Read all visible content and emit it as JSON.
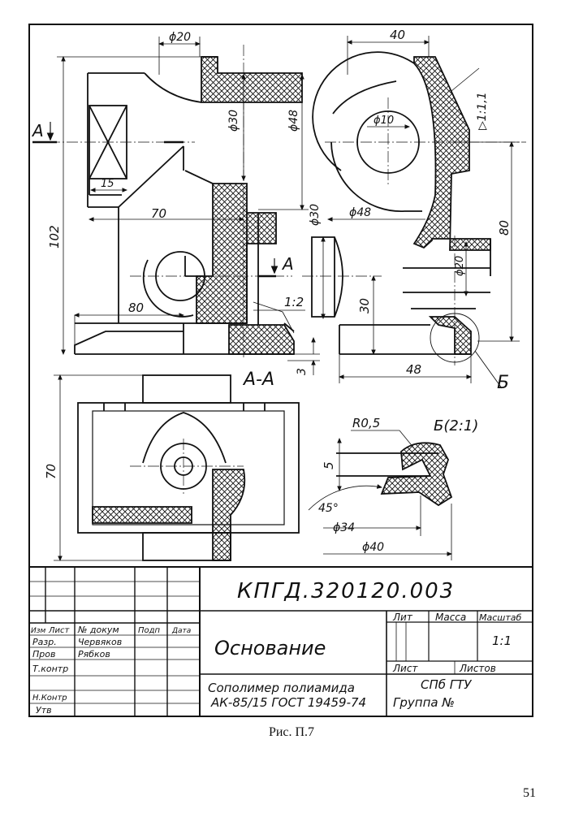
{
  "drawing": {
    "dimensions": {
      "d20_top": "ϕ20",
      "d30_vertical": "ϕ30",
      "d48_vertical": "ϕ48",
      "d30_side": "ϕ30",
      "d10": "ϕ10",
      "d48_side": "ϕ48",
      "d20_side": "ϕ20",
      "len_15": "15",
      "len_70": "70",
      "len_102": "102",
      "len_80_front": "80",
      "len_40": "40",
      "len_80_side": "80",
      "len_30": "30",
      "len_48": "48",
      "len_3": "3",
      "len_70_top": "70",
      "slope_1_2": "1:2",
      "taper_1_1": "▷1:1,1",
      "radius": "R0,5",
      "len_5": "5",
      "angle_45": "45°",
      "d34": "ϕ34",
      "d40": "ϕ40"
    },
    "labels": {
      "section_mark_left": "A",
      "section_mark_right": "A",
      "section_title": "A-A",
      "detail_callout": "Б",
      "detail_title": "Б(2:1)"
    }
  },
  "title_block": {
    "document_code": "КПГД.320120.003",
    "part_name": "Основание",
    "material_line1": "Сополимер полиамида",
    "material_line2": "АК-85/15 ГОСТ 19459-74",
    "organization": "СПб ГТУ",
    "group": "Группа №",
    "scale_value": "1:1",
    "headers": {
      "lit": "Лит",
      "mass": "Масса",
      "scale": "Масштаб",
      "sheet": "Лист",
      "sheets": "Листов"
    },
    "rev_headers": {
      "change": "Изм",
      "list": "Лист",
      "doc_no": "№ докум",
      "sign": "Подп",
      "date": "Дата"
    },
    "roles": {
      "developed": "Разр.",
      "checked": "Пров",
      "tech_control": "Т.контр",
      "norm_control": "Н.Контр",
      "approved": "Утв"
    },
    "names": {
      "developer": "Червяков",
      "checker": "Рябков"
    }
  },
  "caption": "Рис. П.7",
  "page_number": "51"
}
